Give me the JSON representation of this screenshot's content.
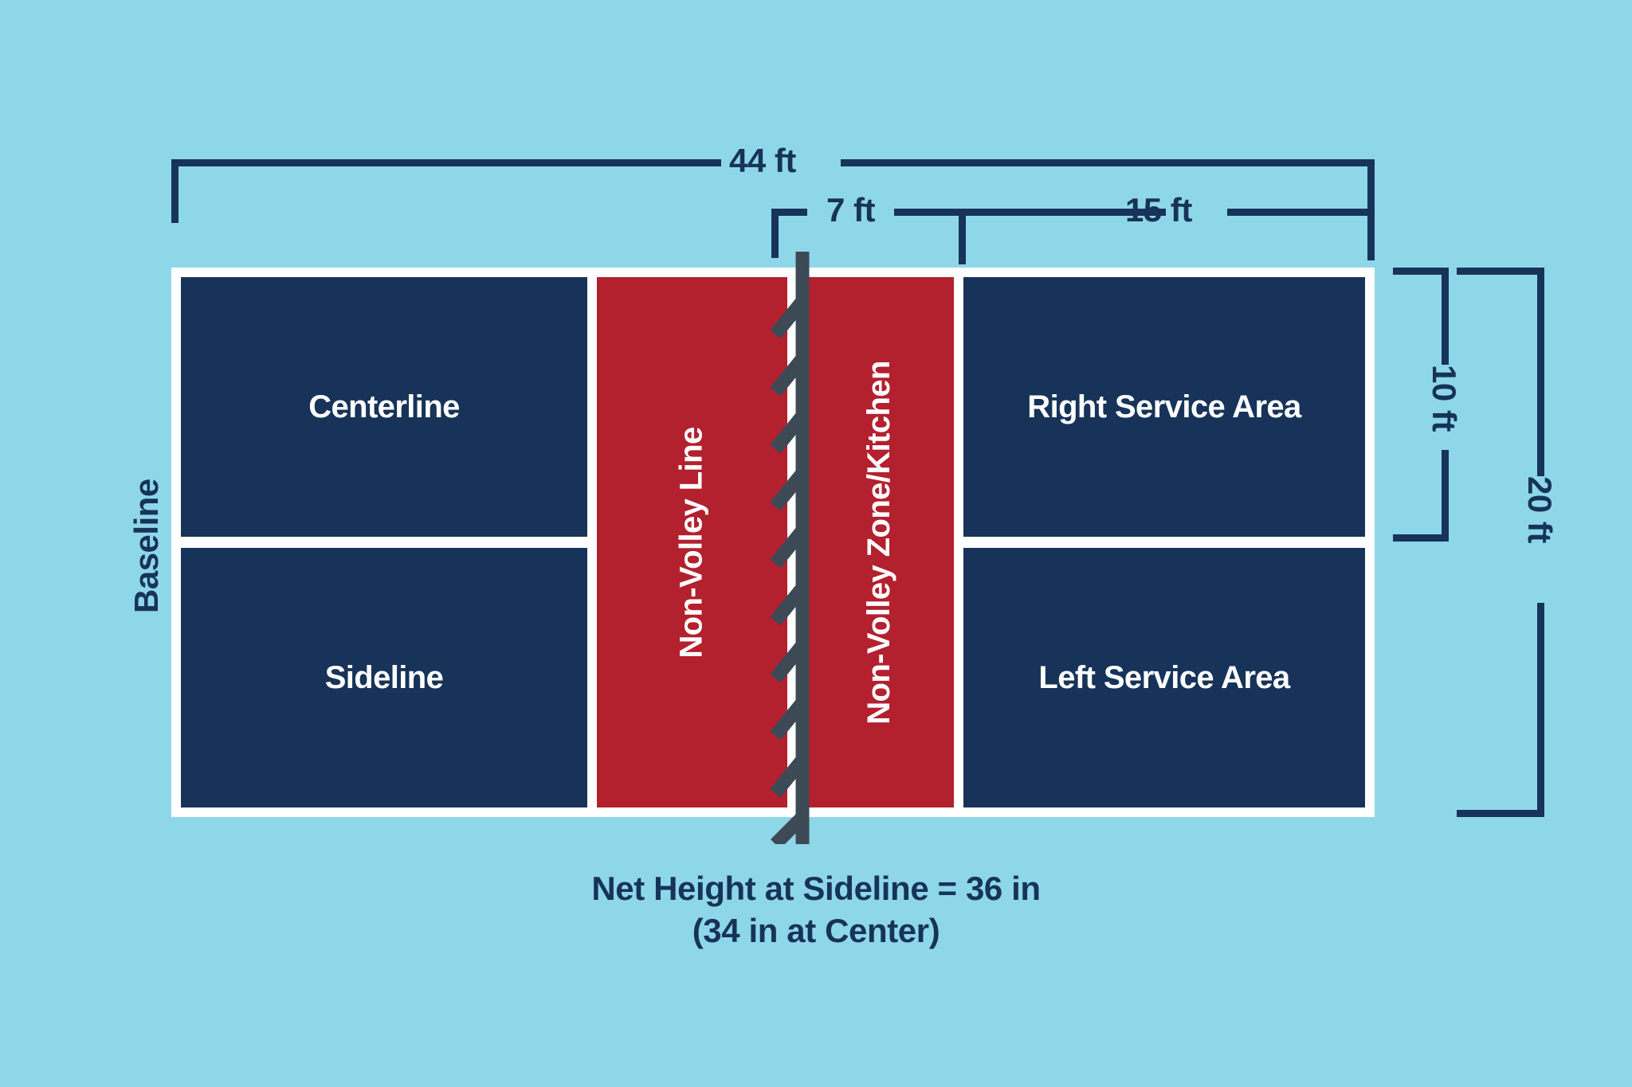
{
  "diagram": {
    "title": "Pickleball Court Dimensions Diagram",
    "background_color": "#8ed7e8",
    "navy_color": "#173359",
    "red_color": "#b3202e",
    "white_color": "#ffffff",
    "net_color": "#3d4a55"
  },
  "dimensions": {
    "overall_length": "44 ft",
    "non_volley_depth": "7 ft",
    "service_area_depth": "15 ft",
    "service_area_width": "10 ft",
    "overall_width": "20 ft"
  },
  "court_labels": {
    "baseline": "Baseline",
    "centerline": "Centerline",
    "sideline": "Sideline",
    "non_volley_line": "Non-Volley Line",
    "non_volley_zone": "Non-Volley Zone/Kitchen",
    "right_service_area": "Right Service Area",
    "left_service_area": "Left Service Area"
  },
  "caption": {
    "line1": "Net Height at Sideline = 36 in",
    "line2": "(34 in at Center)"
  },
  "chart_data": {
    "type": "diagram",
    "title": "Pickleball Court Dimensions",
    "measurements": [
      {
        "label": "44 ft",
        "value": 44,
        "unit": "ft",
        "describes": "total court length"
      },
      {
        "label": "7 ft",
        "value": 7,
        "unit": "ft",
        "describes": "non-volley zone / kitchen depth"
      },
      {
        "label": "15 ft",
        "value": 15,
        "unit": "ft",
        "describes": "service area depth"
      },
      {
        "label": "10 ft",
        "value": 10,
        "unit": "ft",
        "describes": "service area width"
      },
      {
        "label": "20 ft",
        "value": 20,
        "unit": "ft",
        "describes": "total court width"
      },
      {
        "label": "36 in",
        "value": 36,
        "unit": "in",
        "describes": "net height at sideline"
      },
      {
        "label": "34 in",
        "value": 34,
        "unit": "in",
        "describes": "net height at center"
      }
    ],
    "regions": [
      "Centerline",
      "Sideline",
      "Baseline",
      "Non-Volley Line",
      "Non-Volley Zone/Kitchen",
      "Right Service Area",
      "Left Service Area"
    ]
  }
}
